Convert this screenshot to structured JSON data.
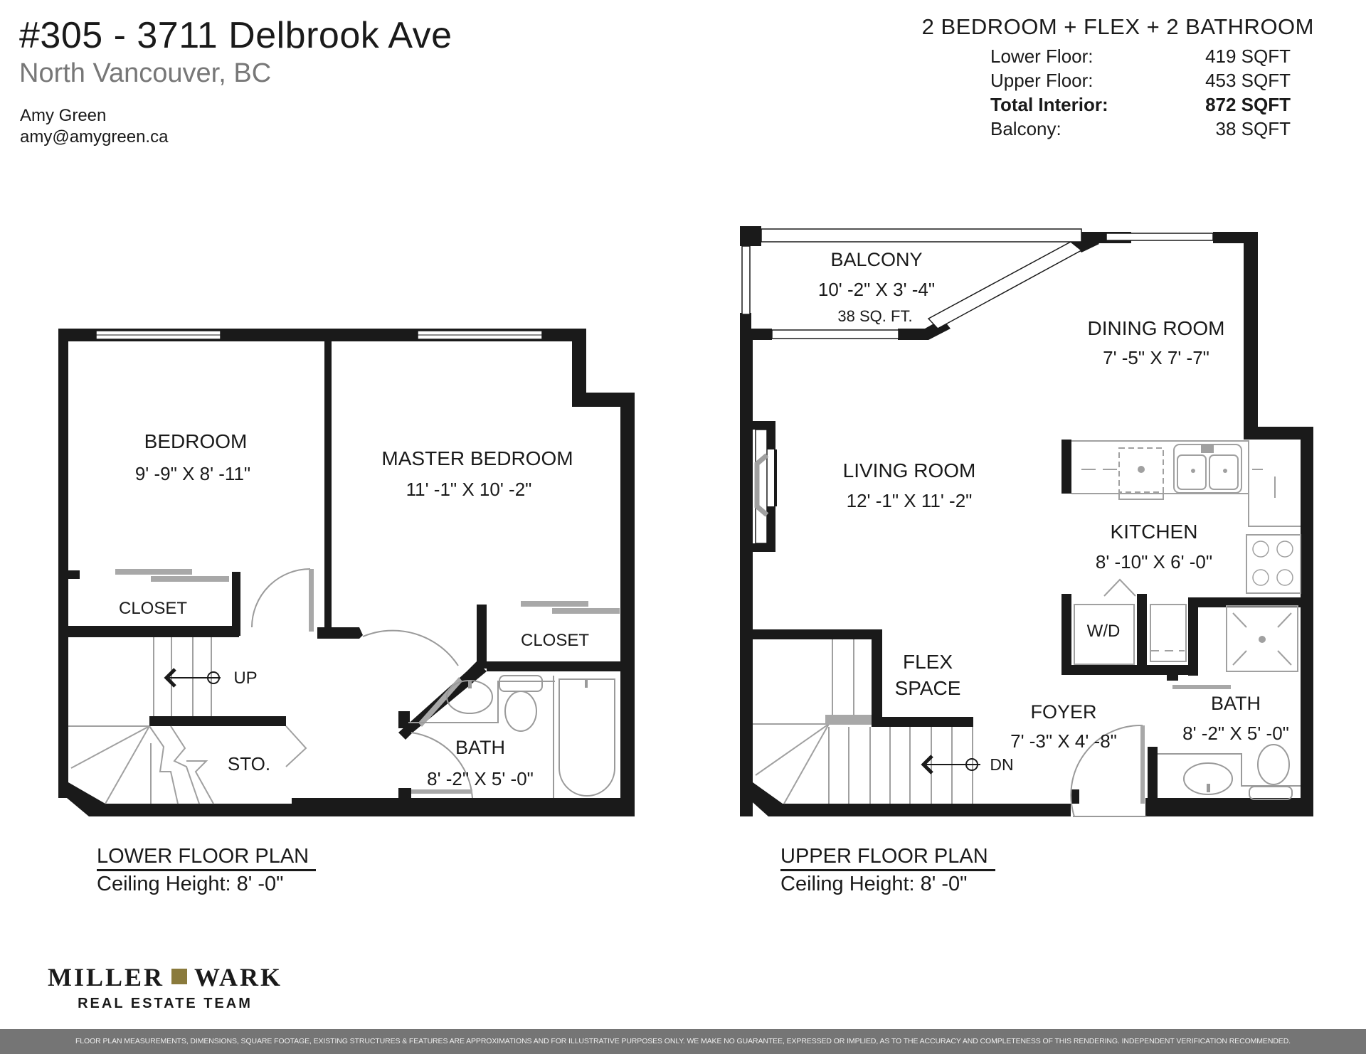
{
  "header": {
    "address": "#305 - 3711 Delbrook Ave",
    "city": "North Vancouver, BC",
    "agent_name": "Amy Green",
    "agent_email": "amy@amygreen.ca"
  },
  "summary": {
    "headline": "2 BEDROOM + FLEX + 2 BATHROOM",
    "areas": [
      {
        "label": "Lower Floor:",
        "value": "419 SQFT",
        "bold": false
      },
      {
        "label": "Upper Floor:",
        "value": "453 SQFT",
        "bold": false
      },
      {
        "label": "Total Interior:",
        "value": "872 SQFT",
        "bold": true
      },
      {
        "label": "Balcony:",
        "value": "38 SQFT",
        "bold": false
      }
    ]
  },
  "lower_floor": {
    "caption": "LOWER FLOOR PLAN",
    "ceiling": "Ceiling Height: 8' -0\"",
    "rooms": {
      "bedroom": {
        "name": "BEDROOM",
        "dims": "9' -9\" X 8' -11\""
      },
      "master": {
        "name": "MASTER BEDROOM",
        "dims": "11' -1\" X 10' -2\""
      },
      "closet1": {
        "name": "CLOSET"
      },
      "closet2": {
        "name": "CLOSET"
      },
      "storage": {
        "name": "STO."
      },
      "bath": {
        "name": "BATH",
        "dims": "8' -2\" X 5' -0\""
      }
    },
    "stair_label": "UP"
  },
  "upper_floor": {
    "caption": "UPPER FLOOR PLAN",
    "ceiling": "Ceiling Height: 8' -0\"",
    "rooms": {
      "balcony": {
        "name": "BALCONY",
        "dims": "10' -2\" X 3' -4\"",
        "area": "38 SQ. FT."
      },
      "dining": {
        "name": "DINING ROOM",
        "dims": "7' -5\" X 7' -7\""
      },
      "living": {
        "name": "LIVING ROOM",
        "dims": "12' -1\" X 11' -2\""
      },
      "kitchen": {
        "name": "KITCHEN",
        "dims": "8' -10\" X 6' -0\""
      },
      "laundry": {
        "name": "W/D"
      },
      "flex_line1": {
        "name": "FLEX"
      },
      "flex_line2": {
        "name": "SPACE"
      },
      "foyer": {
        "name": "FOYER",
        "dims": "7' -3\" X 4' -8\""
      },
      "bath": {
        "name": "BATH",
        "dims": "8' -2\" X 5' -0\""
      }
    },
    "stair_label": "DN"
  },
  "branding": {
    "logo_left": "MILLER",
    "logo_right": "WARK",
    "logo_sub": "REAL ESTATE TEAM",
    "logo_accent": "#8a7a3c"
  },
  "disclaimer": "FLOOR PLAN MEASUREMENTS, DIMENSIONS, SQUARE FOOTAGE, EXISTING STRUCTURES & FEATURES ARE APPROXIMATIONS AND FOR ILLUSTRATIVE PURPOSES ONLY. WE MAKE NO GUARANTEE, EXPRESSED OR IMPLIED, AS TO THE ACCURACY AND COMPLETENESS OF THIS RENDERING. INDEPENDENT VERIFICATION RECOMMENDED."
}
